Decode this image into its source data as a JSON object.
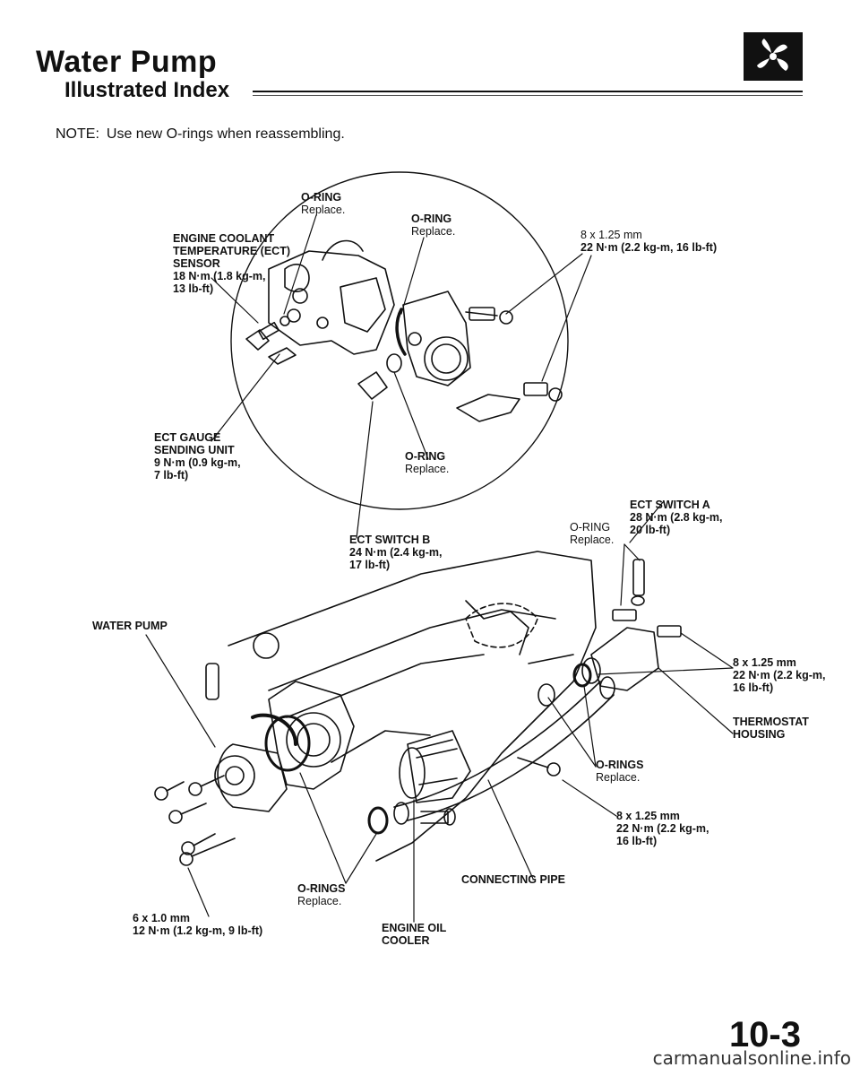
{
  "header": {
    "title": "Water Pump",
    "subtitle": "Illustrated Index"
  },
  "note": {
    "label": "NOTE:",
    "text": "Use new O-rings when reassembling."
  },
  "labels": {
    "ect_sensor": {
      "lines": [
        "ENGINE COOLANT",
        "TEMPERATURE (ECT)",
        "SENSOR",
        "18 N·m (1.8 kg-m,",
        "13 lb-ft)"
      ]
    },
    "oring_top_left": {
      "name": "O-RING",
      "note": "Replace."
    },
    "oring_top_mid": {
      "name": "O-RING",
      "note": "Replace."
    },
    "bolt_top_right": {
      "lines": [
        "8 x 1.25 mm",
        "22 N·m (2.2 kg-m, 16 lb-ft)"
      ]
    },
    "ect_gauge": {
      "lines": [
        "ECT GAUGE",
        "SENDING UNIT",
        "9 N·m (0.9 kg-m,",
        "7 lb-ft)"
      ]
    },
    "oring_center": {
      "name": "O-RING",
      "note": "Replace."
    },
    "ect_switch_a": {
      "lines": [
        "ECT SWITCH A",
        "28 N·m (2.8 kg-m,",
        "20 lb-ft)"
      ]
    },
    "oring_right": {
      "name": "O-RING",
      "note": "Replace."
    },
    "ect_switch_b": {
      "lines": [
        "ECT SWITCH B",
        "24 N·m (2.4 kg-m,",
        "17 lb-ft)"
      ]
    },
    "water_pump": {
      "lines": [
        "WATER PUMP"
      ]
    },
    "bolt_right_1": {
      "lines": [
        "8 x 1.25 mm",
        "22 N·m (2.2 kg-m,",
        "16 lb-ft)"
      ]
    },
    "thermostat_housing": {
      "lines": [
        "THERMOSTAT",
        "HOUSING"
      ]
    },
    "orings_right": {
      "name": "O-RINGS",
      "note": "Replace."
    },
    "bolt_right_2": {
      "lines": [
        "8 x 1.25 mm",
        "22 N·m (2.2 kg-m,",
        "16 lb-ft)"
      ]
    },
    "connecting_pipe": {
      "lines": [
        "CONNECTING PIPE"
      ]
    },
    "orings_bottom": {
      "name": "O-RINGS",
      "note": "Replace."
    },
    "bolt_bottom_left": {
      "lines": [
        "6 x 1.0 mm",
        "12 N·m (1.2 kg-m, 9 lb-ft)"
      ]
    },
    "oil_cooler": {
      "lines": [
        "ENGINE OIL",
        "COOLER"
      ]
    }
  },
  "footer": {
    "page_number": "10-3",
    "watermark": "carmanualsonline.info"
  },
  "icons": {
    "section_badge": "cooling-fan-icon"
  }
}
